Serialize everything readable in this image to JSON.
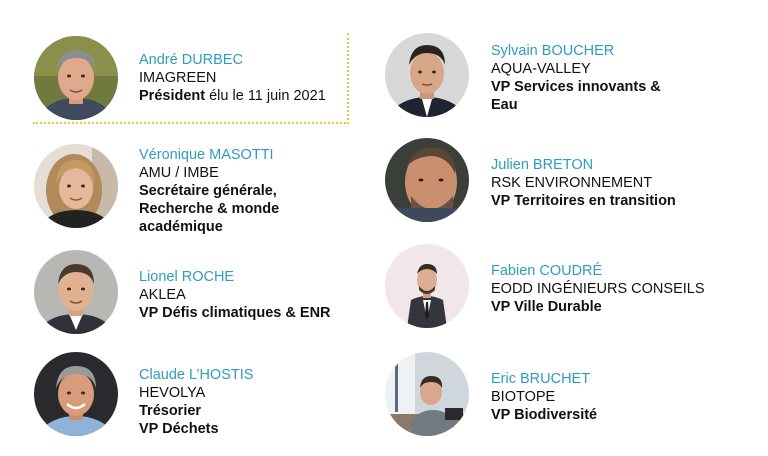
{
  "colors": {
    "name_accent": "#2f9cbc",
    "text": "#111111",
    "highlight_border": "#e7c93a"
  },
  "members": [
    {
      "name": "André DURBEC",
      "org": "IMAGREEN",
      "role_bold": "Président",
      "role_rest": " élu le 11 juin 2021"
    },
    {
      "name": "Véronique MASOTTI",
      "org": "AMU / IMBE",
      "role_lines": [
        "Secrétaire générale,",
        "Recherche & monde",
        "académique"
      ]
    },
    {
      "name": "Lionel ROCHE",
      "org": "AKLEA",
      "role_lines": [
        "VP Défis climatiques & ENR"
      ]
    },
    {
      "name": "Claude L’HOSTIS",
      "org": "HEVOLYA",
      "role_lines": [
        "Trésorier",
        "VP Déchets"
      ]
    },
    {
      "name": "Sylvain BOUCHER",
      "org": "AQUA-VALLEY",
      "role_lines": [
        "VP Services innovants &",
        "Eau"
      ]
    },
    {
      "name": "Julien BRETON",
      "org": "RSK ENVIRONNEMENT",
      "role_lines": [
        "VP Territoires en transition"
      ]
    },
    {
      "name": "Fabien COUDRÉ",
      "org": "EODD INGÉNIEURS CONSEILS",
      "role_lines": [
        "VP Ville Durable"
      ]
    },
    {
      "name": "Eric BRUCHET",
      "org": "BIOTOPE",
      "role_lines": [
        "VP Biodiversité"
      ]
    }
  ]
}
